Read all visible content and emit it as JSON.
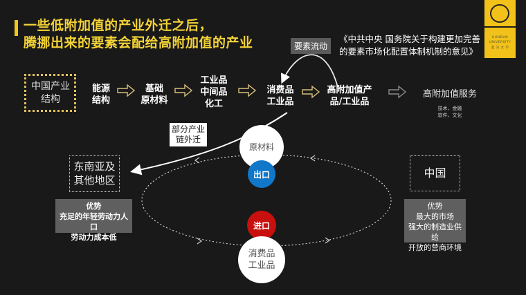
{
  "title": {
    "line1": "一些低附加值的产业外迁之后，",
    "line2": "腾挪出来的要素会配给高附加值的产业",
    "accent_color": "#f3d336"
  },
  "logo": {
    "line1": "HUNDUN",
    "line2": "UNIVERSITY",
    "line3": "混 沌 大 学",
    "background": "#f2c21a"
  },
  "flow_tag": "要素流动",
  "doc_ref": {
    "line1": "《中共中央 国务院关于构建更加完善",
    "line2": "的要素市场化配置体制机制的意见》"
  },
  "chain": {
    "start": {
      "line1": "中国产业",
      "line2": "结构"
    },
    "nodes": [
      {
        "line1": "能源",
        "line2": "结构"
      },
      {
        "line1": "基础",
        "line2": "原材料"
      },
      {
        "line1": "工业品",
        "line2": "中间品",
        "line3": "化工"
      },
      {
        "line1": "消费品",
        "line2": "工业品"
      },
      {
        "line1": "高附加值产",
        "line2": "品/工业品"
      },
      {
        "line1": "高附加值服务"
      }
    ],
    "service_detail": {
      "line1": "技术、金融",
      "line2": "软件、文化"
    }
  },
  "outsource_label": {
    "line1": "部分产业",
    "line2": "链外迁"
  },
  "cycle": {
    "top_circle": "原材料",
    "export": "出口",
    "import": "进口",
    "bottom_circle": {
      "line1": "消费品",
      "line2": "工业品"
    },
    "export_color": "#1177c8",
    "import_color": "#c8100e"
  },
  "left_region": {
    "name": {
      "line1": "东南亚及",
      "line2": "其他地区"
    },
    "advantages": {
      "title": "优势",
      "line1": "充足的年轻劳动力人口",
      "line2": "劳动力成本低"
    }
  },
  "right_region": {
    "name": "中国",
    "advantages": {
      "title": "优势",
      "line1": "最大的市场",
      "line2": "强大的制造业供给",
      "line3": "开放的营商环境"
    }
  }
}
